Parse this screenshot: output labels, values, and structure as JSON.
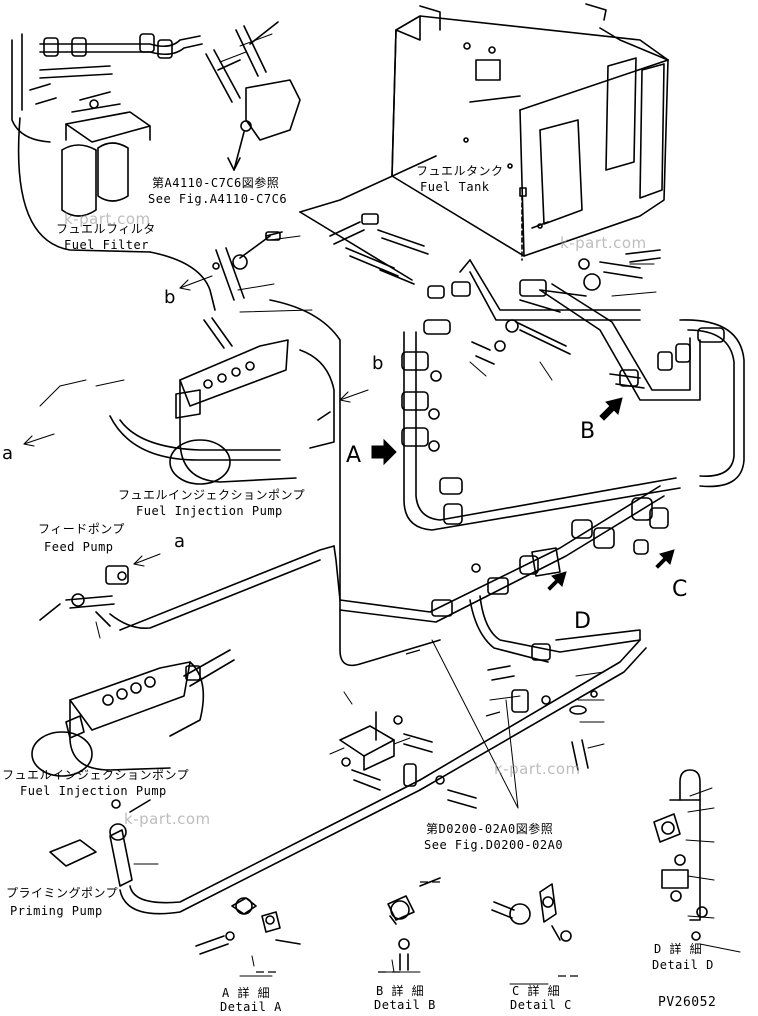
{
  "labels": {
    "fuel_filter_jp": "フュエルフィルタ",
    "fuel_filter_en": "Fuel Filter",
    "ref_top_jp": "第A4110-C7C6図参照",
    "ref_top_en": "See Fig.A4110-C7C6",
    "fuel_tank_jp": "フュエルタンク",
    "fuel_tank_en": "Fuel Tank",
    "injection_pump_upper_jp": "フュエルインジェクションポンプ",
    "injection_pump_upper_en": "Fuel Injection Pump",
    "feed_pump_jp": "フィードポンプ",
    "feed_pump_en": "Feed Pump",
    "injection_pump_lower_jp": "フュエルインジェクションポンプ",
    "injection_pump_lower_en": "Fuel Injection Pump",
    "ref_bottom_jp": "第D0200-02A0図参照",
    "ref_bottom_en": "See Fig.D0200-02A0",
    "priming_pump_jp": "プライミングポンプ",
    "priming_pump_en": "Priming Pump"
  },
  "view_arrows": {
    "a_left": "a",
    "b_left": "b",
    "b_right": "b",
    "a_feed": "a",
    "A": "A",
    "B": "B",
    "C": "C",
    "D": "D"
  },
  "details": [
    {
      "jp": "A 詳 細",
      "en": "Detail A"
    },
    {
      "jp": "B 詳 細",
      "en": "Detail B"
    },
    {
      "jp": "C 詳 細",
      "en": "Detail C"
    },
    {
      "jp": "D 詳 細",
      "en": "Detail D"
    }
  ],
  "figure_code": "PV26052",
  "watermarks": [
    "k-part.com",
    "k-part.com",
    "k-part.com",
    "k-part.com"
  ]
}
